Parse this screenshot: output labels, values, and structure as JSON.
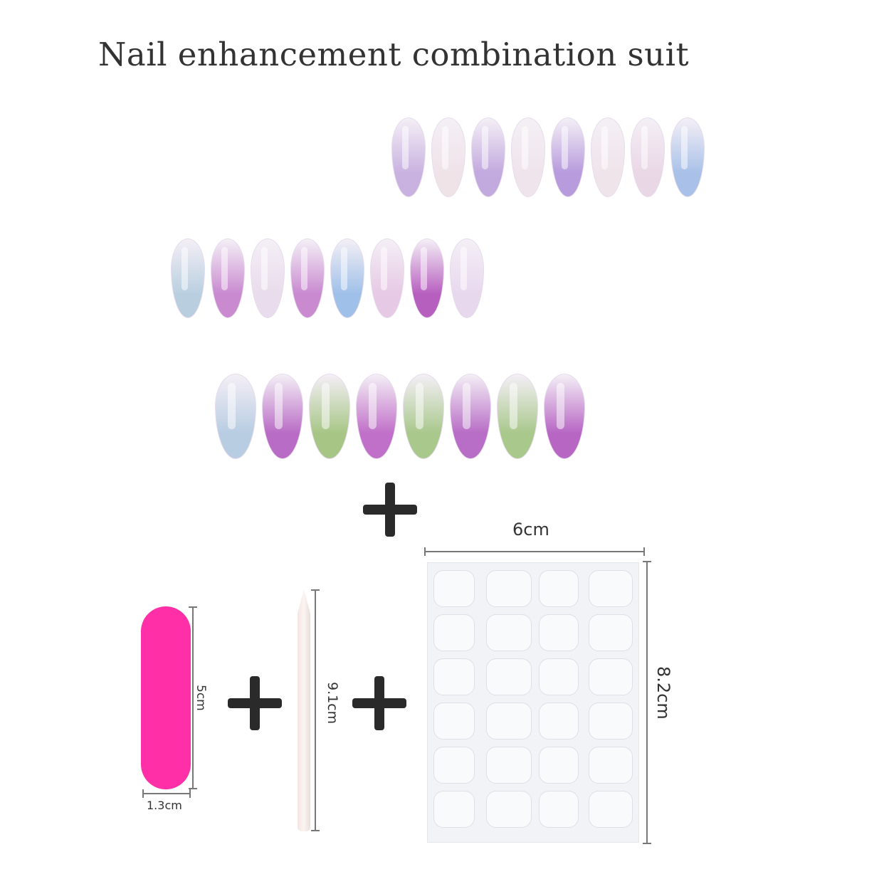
{
  "title": "Nail enhancement combination suit",
  "nail_rows": [
    [
      "#c9b2e0",
      "#efe3e8",
      "#c2a9de",
      "#efe4ec",
      "#b79bdc",
      "#efe4ea",
      "#ead7e6",
      "#a9c1e8"
    ],
    [
      "#b9cfe0",
      "#c98ad0",
      "#e9dcec",
      "#c98ad0",
      "#9fc0e8",
      "#e6c9e4",
      "#b75fbf",
      "#e8d8ee"
    ],
    [
      "#b8cde2",
      "#b96cc5",
      "#a7c686",
      "#c070c8",
      "#a9c88c",
      "#b86dc6",
      "#a9c88c",
      "#b766c4"
    ]
  ],
  "dimensions": {
    "file_height": "5cm",
    "file_width": "1.3cm",
    "stick_length": "9.1cm",
    "sheet_width": "6cm",
    "sheet_height": "8.2cm"
  },
  "colors": {
    "file": "#ff2fa8",
    "plus": "#2a2a2a"
  }
}
